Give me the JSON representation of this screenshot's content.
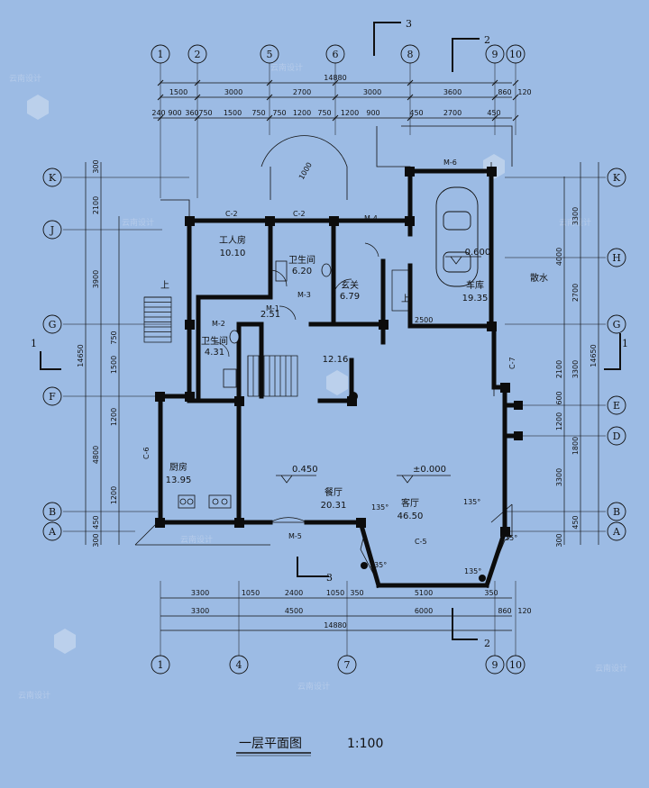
{
  "title": "一层平面图",
  "scale": "1:100",
  "sections": [
    "1",
    "2",
    "3"
  ],
  "grid_top": [
    "1",
    "2",
    "5",
    "6",
    "8",
    "9",
    "10"
  ],
  "grid_bottom": [
    "1",
    "4",
    "7",
    "9",
    "10"
  ],
  "grid_left": [
    "K",
    "J",
    "G",
    "F",
    "B",
    "A"
  ],
  "grid_right": [
    "K",
    "H",
    "G",
    "E",
    "D",
    "B",
    "A"
  ],
  "dims_top_total": "14880",
  "dims_top_row1": [
    "1500",
    "3000",
    "2700",
    "3000",
    "3600",
    "860",
    "120"
  ],
  "dims_top_row2": [
    "240",
    "900",
    "360",
    "750",
    "1500",
    "750",
    "750",
    "1200",
    "750",
    "1200",
    "900",
    "450",
    "2700",
    "450"
  ],
  "dims_bottom_row1": [
    "3300",
    "1050",
    "2400",
    "1050",
    "350",
    "5100",
    "350"
  ],
  "dims_bottom_row2": [
    "3300",
    "4500",
    "6000",
    "860",
    "120"
  ],
  "dims_bottom_total": "14880",
  "dims_left_total": "14650",
  "dims_left": [
    "300",
    "2100",
    "3900",
    "750",
    "1500",
    "1200",
    "4800",
    "1200",
    "450",
    "300"
  ],
  "dims_right_total": "14650",
  "dims_right": [
    "3300",
    "4000",
    "2700",
    "2100",
    "3300",
    "600",
    "1200",
    "1800",
    "3300",
    "450",
    "300"
  ],
  "rooms": [
    {
      "name": "工人房",
      "area": "10.10"
    },
    {
      "name": "卫生间",
      "area": "6.20"
    },
    {
      "name": "玄关",
      "area": "6.79"
    },
    {
      "name": "车库",
      "area": "19.35"
    },
    {
      "name": "卫生间",
      "area": "4.31"
    },
    {
      "name": "",
      "area": "2.51"
    },
    {
      "name": "",
      "area": "12.16"
    },
    {
      "name": "厨房",
      "area": "13.95"
    },
    {
      "name": "餐厅",
      "area": "20.31"
    },
    {
      "name": "客厅",
      "area": "46.50"
    }
  ],
  "levels": [
    "-0.600",
    "0.450",
    "±0.000"
  ],
  "labels": {
    "slope": "散水",
    "door_garage": "M-6",
    "door_main": "M-5",
    "window_living": "C-5",
    "window_top": "C-2",
    "window_k": "C-6",
    "window_right": "C-7",
    "door_m1": "M-1",
    "door_m2": "M-2",
    "door_m3": "M-3",
    "door_m4": "M-4",
    "angle": "135°",
    "stair_up": "上",
    "n1000": "1000",
    "n2500": "2500"
  },
  "watermark": "云南设计"
}
